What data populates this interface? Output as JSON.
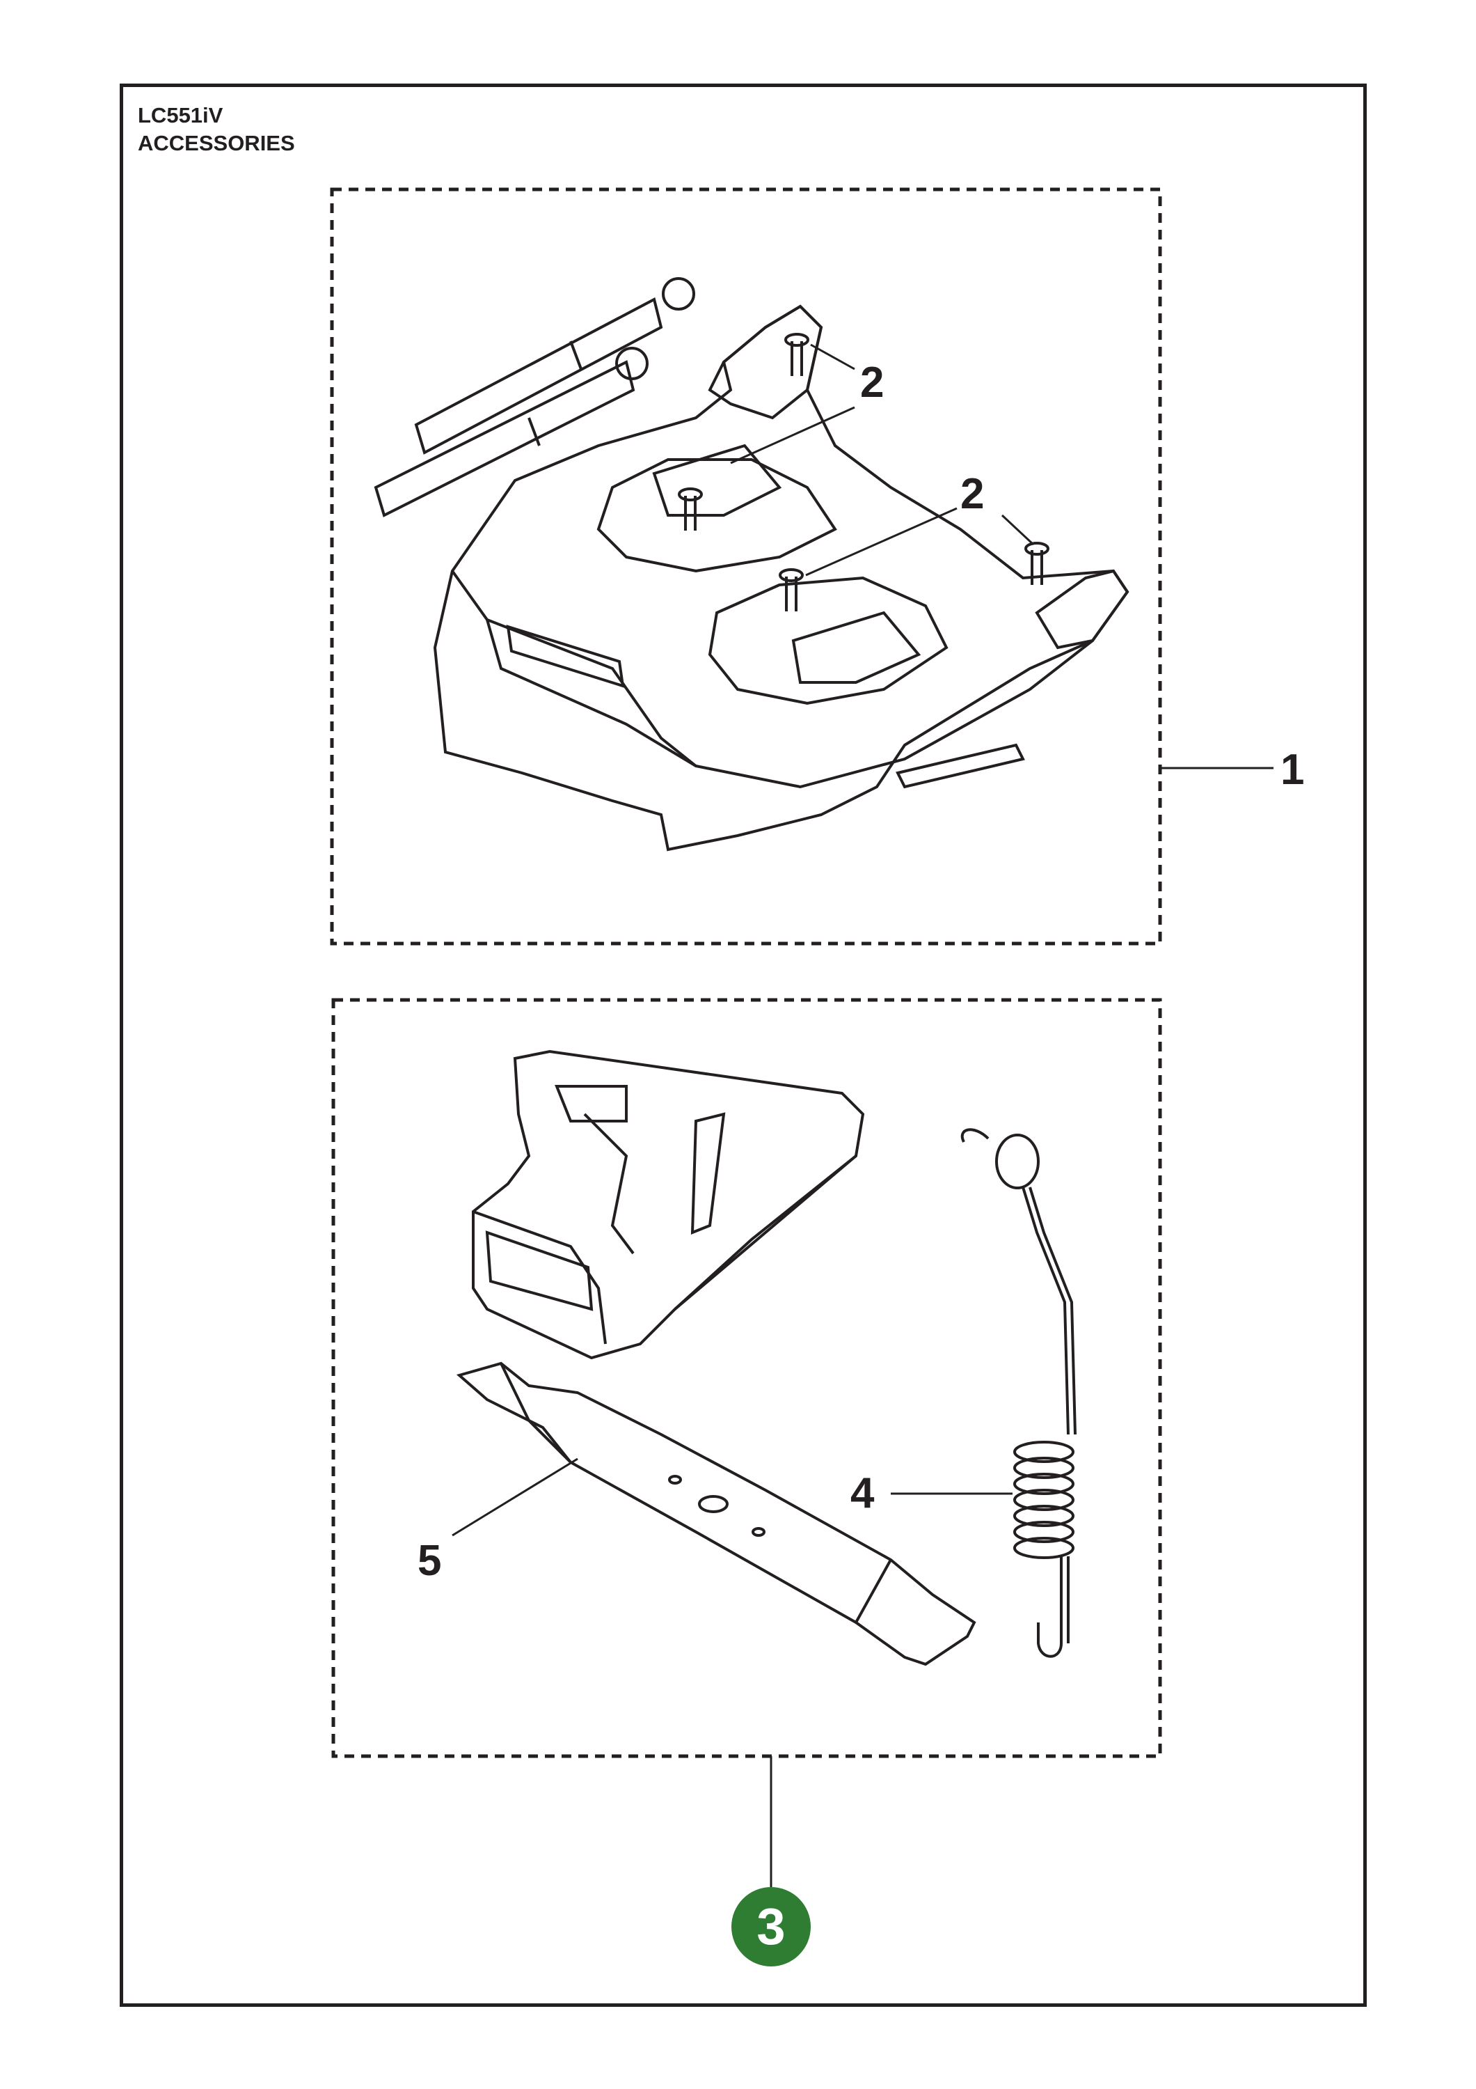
{
  "header": {
    "model": "LC551iV",
    "section": "ACCESSORIES"
  },
  "callouts": {
    "charging_station_base": "1",
    "screws_top": "2",
    "screws_middle": "2",
    "accessory_kit": "3",
    "spring": "4",
    "blade": "5"
  },
  "colors": {
    "line": "#231f20",
    "badge": "#2e7d32",
    "badge_text": "#ffffff"
  }
}
